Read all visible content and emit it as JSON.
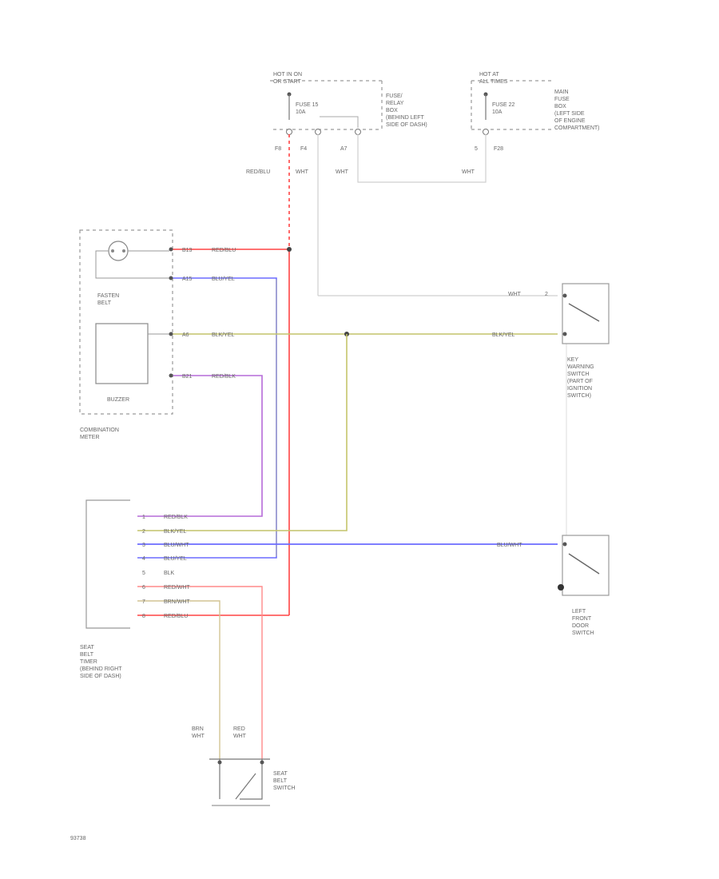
{
  "header": {
    "hot_run_l1": "HOT IN ON",
    "hot_run_l2": "OR START",
    "hot_all_l1": "HOT AT",
    "hot_all_l2": "ALL TIMES"
  },
  "fuse_box_left": {
    "fuse_l1": "FUSE 15",
    "fuse_l2": "10A",
    "label": [
      "FUSE/",
      "RELAY",
      "BOX",
      "(BEHIND LEFT",
      "SIDE OF DASH)"
    ],
    "terminals": [
      "F8",
      "F4",
      "A7"
    ]
  },
  "fuse_box_right": {
    "fuse_l1": "FUSE 22",
    "fuse_l2": "10A",
    "label": [
      "MAIN",
      "FUSE",
      "BOX",
      "(LEFT SIDE",
      "OF ENGINE",
      "COMPARTMENT)"
    ],
    "terminals": [
      "5",
      "F28"
    ]
  },
  "wires": {
    "red_blu": "RED/BLU",
    "wht": "WHT",
    "blu_yel": "BLU/YEL",
    "red_blk": "RED/BLK",
    "blu_wht": "BLU/WHT",
    "blk": "BLK",
    "red_wht": "RED/WHT",
    "brn_wht": "BRN/WHT"
  },
  "combination_meter": {
    "label_l1": "COMBINATION",
    "label_l2": "METER",
    "fasten_l1": "FASTEN",
    "fasten_l2": "BELT",
    "buzzer": "BUZZER",
    "pins": [
      "B13",
      "A15",
      "A6",
      "B21"
    ]
  },
  "timer": {
    "label": [
      "SEAT",
      "BELT",
      "TIMER",
      "(BEHIND RIGHT",
      "SIDE OF DASH)"
    ],
    "pins": [
      "1",
      "2",
      "3",
      "4",
      "5",
      "6",
      "7",
      "8"
    ]
  },
  "key_switch": {
    "label": [
      "KEY",
      "WARNING",
      "SWITCH",
      "(PART OF",
      "IGNITION",
      "SWITCH)"
    ],
    "pin": "2"
  },
  "door_switch": {
    "label": [
      "LEFT",
      "FRONT",
      "DOOR",
      "SWITCH"
    ]
  },
  "seat_belt_switch": {
    "label": [
      "SEAT",
      "BELT",
      "SWITCH"
    ],
    "brn_l1": "BRN",
    "brn_l2": "WHT",
    "red_l1": "RED",
    "red_l2": "WHT"
  },
  "figure_id": "93738",
  "colors": {
    "red": "#ff4444",
    "blue": "#6b6bff",
    "olive": "#c4c46a",
    "purple": "#b66bd8",
    "gray": "#9a9a9a",
    "light_gray": "#cfcfcf",
    "pink": "#ff8a8a",
    "tan": "#d2c493"
  }
}
